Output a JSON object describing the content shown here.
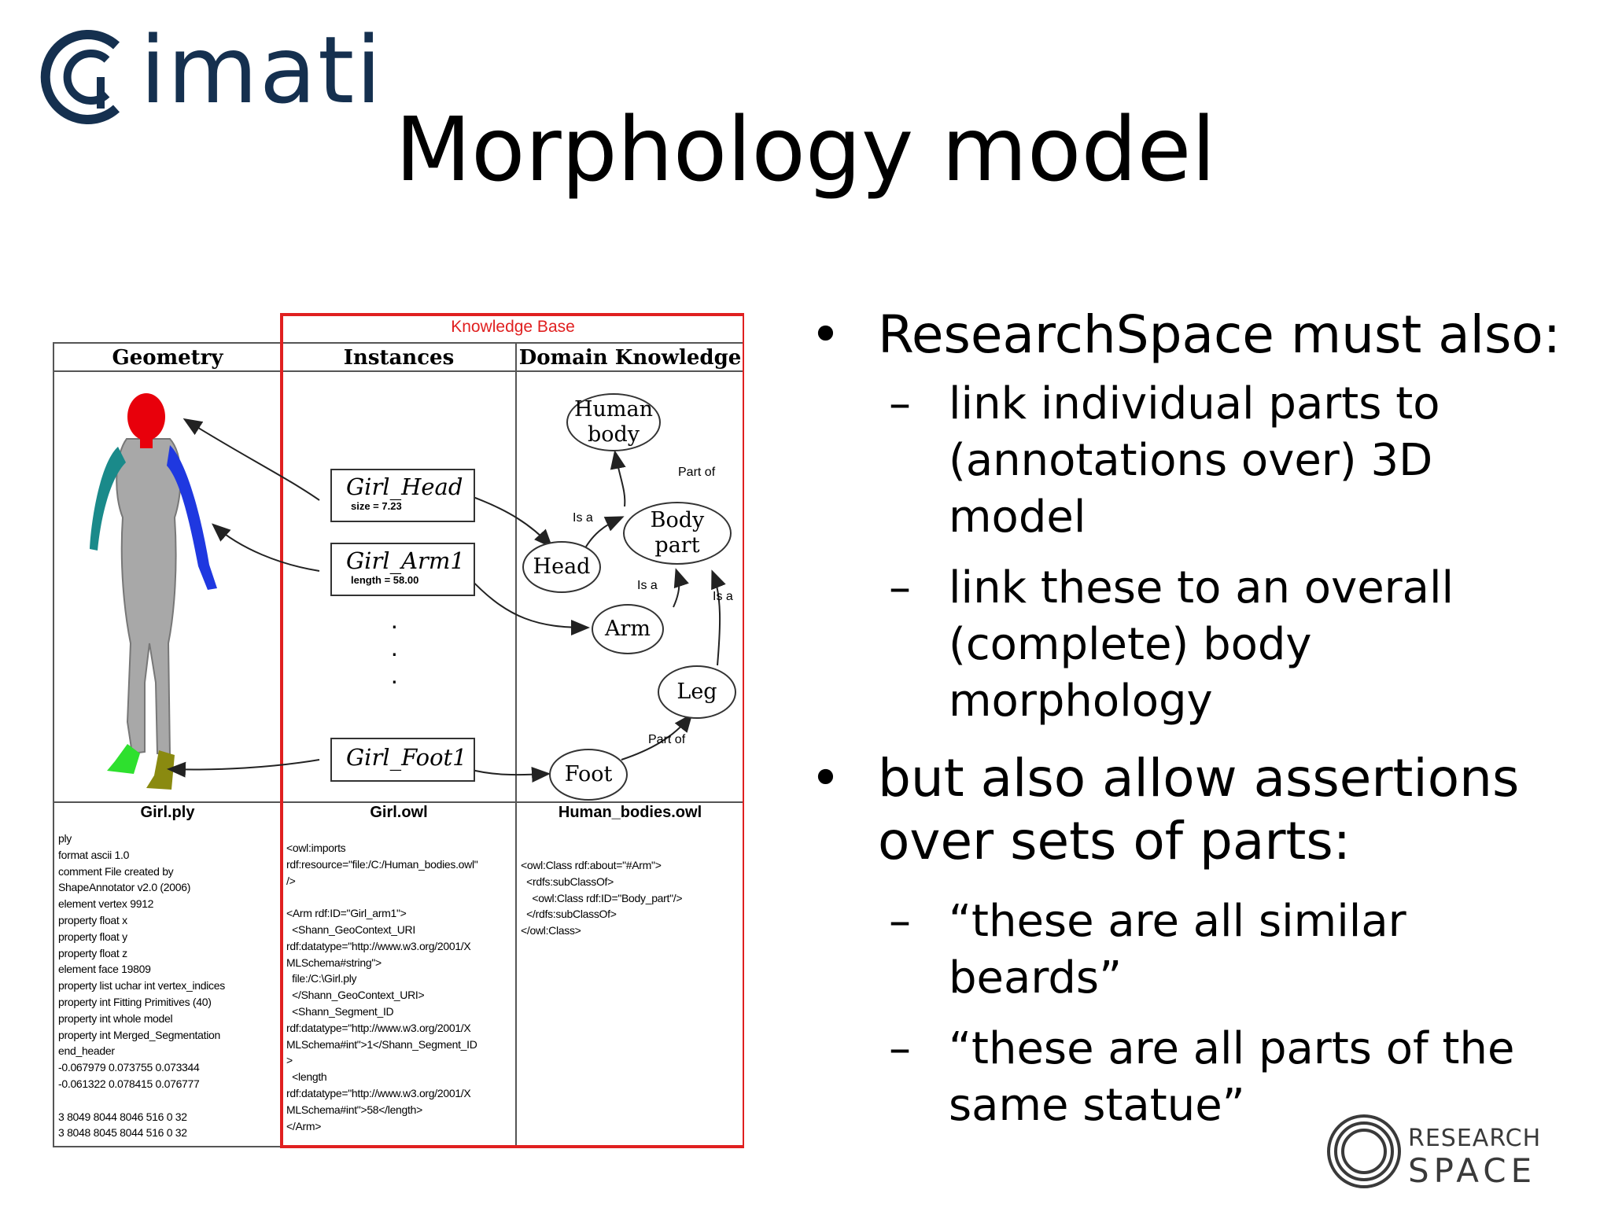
{
  "logo_top": {
    "text": "imati"
  },
  "title": "Morphology model",
  "figure": {
    "knowledge_base_label": "Knowledge Base",
    "headers": {
      "geometry": "Geometry",
      "instances": "Instances",
      "domain": "Domain Knowledge"
    },
    "instances": [
      {
        "name": "Girl_Head",
        "attr": "size = 7.23"
      },
      {
        "name": "Girl_Arm1",
        "attr": "length = 58.00"
      },
      {
        "name": "Girl_Foot1",
        "attr": ""
      }
    ],
    "nodes": {
      "human_body": "Human body",
      "body_part": "Body part",
      "head": "Head",
      "arm": "Arm",
      "leg": "Leg",
      "foot": "Foot"
    },
    "edge_labels": {
      "part_of_top": "Part of",
      "is_a_head": "Is a",
      "is_a_arm": "Is a",
      "is_a_leg": "Is a",
      "part_of_foot": "Part of"
    },
    "files": {
      "geometry": {
        "title": "Girl.ply",
        "lines": [
          "ply",
          "format ascii 1.0",
          "comment File created by",
          "ShapeAnnotator v2.0 (2006)",
          "element vertex 9912",
          "property float x",
          "property float y",
          "property float z",
          "element face 19809",
          "property list uchar int vertex_indices",
          "property int Fitting Primitives (40)",
          "property int whole model",
          "property int Merged_Segmentation",
          "end_header",
          "-0.067979 0.073755 0.073344",
          "-0.061322 0.078415 0.076777",
          "",
          "3 8049 8044 8046 516 0 32",
          "3 8048 8045 8044 516 0 32"
        ]
      },
      "instances": {
        "title": "Girl.owl",
        "lines": [
          "<owl:imports",
          "rdf:resource=\"file:/C:/Human_bodies.owl\"",
          "/>",
          "",
          "<Arm rdf:ID=\"Girl_arm1\">",
          "  <Shann_GeoContext_URI",
          "rdf:datatype=\"http://www.w3.org/2001/X",
          "MLSchema#string\">",
          "  file:/C:\\Girl.ply",
          "  </Shann_GeoContext_URI>",
          "  <Shann_Segment_ID",
          "rdf:datatype=\"http://www.w3.org/2001/X",
          "MLSchema#int\">1</Shann_Segment_ID",
          ">",
          "  <length",
          "rdf:datatype=\"http://www.w3.org/2001/X",
          "MLSchema#int\">58</length>",
          "</Arm>"
        ]
      },
      "domain": {
        "title": "Human_bodies.owl",
        "lines": [
          "<owl:Class rdf:about=\"#Arm\">",
          "  <rdfs:subClassOf>",
          "    <owl:Class rdf:ID=\"Body_part\"/>",
          "  </rdfs:subClassOf>",
          "</owl:Class>"
        ]
      }
    }
  },
  "bullets": [
    {
      "text": "ResearchSpace must also:",
      "sub": [
        [
          "link individual parts to",
          "(annotations over) 3D",
          "model"
        ],
        [
          "link these to an overall",
          "(complete) body",
          "morphology"
        ]
      ]
    },
    {
      "text_lines": [
        "but also allow assertions",
        "over sets of parts:"
      ],
      "sub": [
        [
          "“these are all similar",
          "beards”"
        ],
        [
          "“these are all parts of the",
          "same statue”"
        ]
      ]
    }
  ],
  "bullet_marks": {
    "main": "•",
    "sub": "–"
  },
  "logo_bottom": {
    "line1": "RESEARCH",
    "line2": "SPACE"
  },
  "colors": {
    "title": "#000000",
    "knowledge_base_border": "#e02020",
    "imati_logo": "#15304f",
    "head": "#e8000b",
    "arm": "#1f38e0",
    "forearm": "#1a8a8a",
    "foot_left": "#2ee02e",
    "foot_right": "#8a8a10"
  }
}
